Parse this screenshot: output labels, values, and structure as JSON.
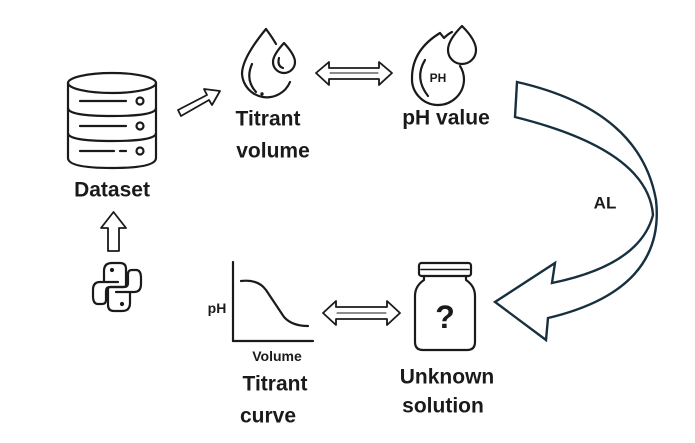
{
  "diagram": {
    "title": "Active learning titration workflow",
    "nodes": {
      "dataset": {
        "label": "Dataset",
        "icon": "database-icon"
      },
      "python": {
        "icon": "python-icon"
      },
      "titrant_volume": {
        "label_line1": "Titrant",
        "label_line2": "volume",
        "icon": "water-drop-icon"
      },
      "ph_value": {
        "label": "pH value",
        "icon": "ph-drop-icon",
        "icon_text": "PH"
      },
      "unknown_solution": {
        "label_line1": "Unknown",
        "label_line2": "solution",
        "icon": "jar-icon",
        "icon_text": "?"
      },
      "titrant_curve": {
        "label_line1": "Titrant",
        "label_line2": "curve",
        "icon": "titration-curve-icon",
        "y_axis_label": "pH",
        "x_axis_label": "Volume"
      }
    },
    "edges": [
      {
        "from": "python",
        "to": "dataset",
        "type": "single-arrow"
      },
      {
        "from": "dataset",
        "to": "titrant_volume",
        "type": "single-arrow"
      },
      {
        "from": "titrant_volume",
        "to": "ph_value",
        "type": "double-arrow"
      },
      {
        "from": "ph_value",
        "to": "unknown_solution",
        "type": "curved-arrow",
        "label": "AL"
      },
      {
        "from": "titrant_curve",
        "to": "unknown_solution",
        "type": "double-arrow"
      }
    ],
    "colors": {
      "ink": "#1a1a1a",
      "curved_arrow": "#17303f",
      "background": "#ffffff"
    }
  }
}
